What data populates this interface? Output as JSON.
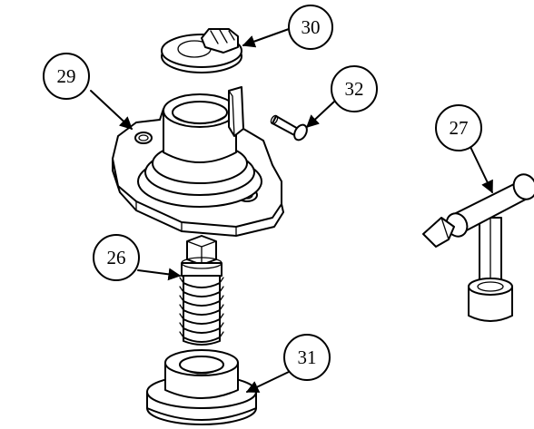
{
  "callouts": {
    "part_26": "26",
    "part_27": "27",
    "part_29": "29",
    "part_30": "30",
    "part_31": "31",
    "part_32": "32"
  },
  "colors": {
    "line": "#000000",
    "background": "#ffffff"
  }
}
